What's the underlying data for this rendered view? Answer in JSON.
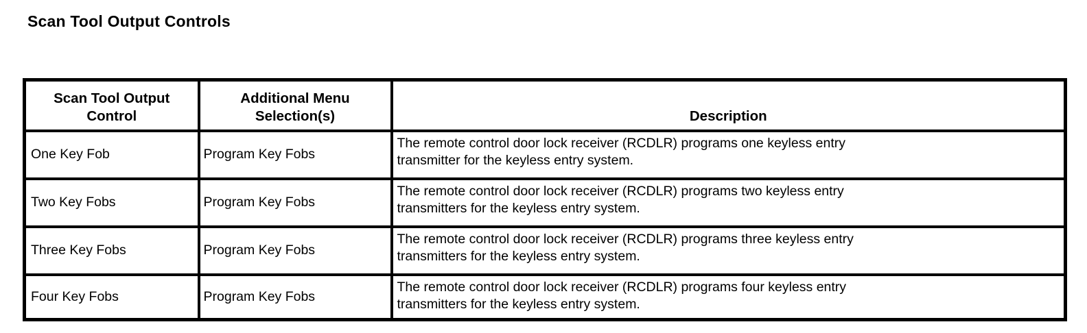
{
  "document": {
    "title": "Scan Tool Output Controls"
  },
  "colors": {
    "text": "#000000",
    "border": "#000000",
    "background": "#ffffff"
  },
  "table": {
    "columns": [
      {
        "label": "Scan Tool Output\nControl"
      },
      {
        "label": "Additional Menu\nSelection(s)"
      },
      {
        "label": "Description"
      }
    ],
    "rows": [
      {
        "control": "One Key Fob",
        "menu_selection": "Program Key Fobs",
        "description": "The remote control door lock receiver (RCDLR) programs one keyless entry\ntransmitter for the keyless entry system."
      },
      {
        "control": "Two Key Fobs",
        "menu_selection": "Program Key Fobs",
        "description": "The remote control door lock receiver (RCDLR) programs two keyless entry\ntransmitters for the keyless entry system."
      },
      {
        "control": "Three Key Fobs",
        "menu_selection": "Program Key Fobs",
        "description": "The remote control door lock receiver (RCDLR) programs three keyless entry\ntransmitters for the keyless entry system."
      },
      {
        "control": "Four Key Fobs",
        "menu_selection": "Program Key Fobs",
        "description": "The remote control door lock receiver (RCDLR) programs four keyless entry\ntransmitters for the keyless entry system."
      }
    ]
  }
}
